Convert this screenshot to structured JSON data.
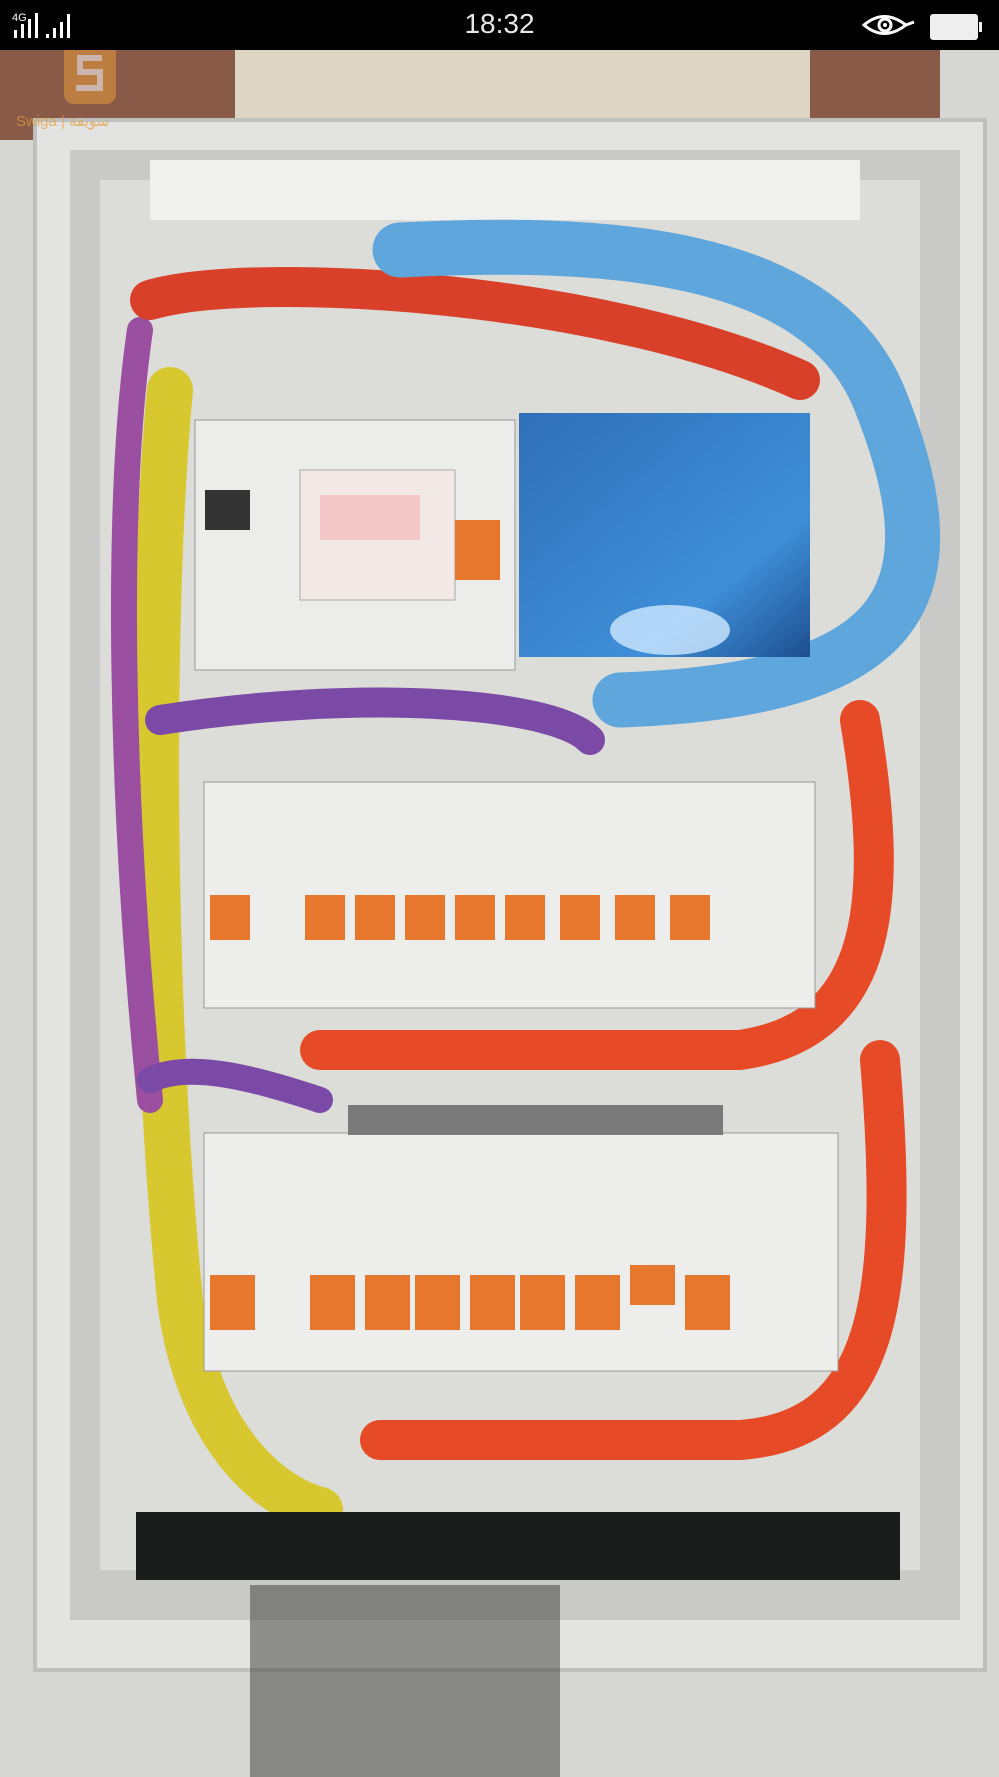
{
  "status_bar": {
    "network": "4G",
    "time": "18:32",
    "icons": [
      "signal-icon",
      "eye-icon",
      "battery-icon"
    ]
  },
  "watermark": {
    "text": "Swiga | سويقة"
  },
  "photo": {
    "subject": "electrical-distribution-panel"
  }
}
